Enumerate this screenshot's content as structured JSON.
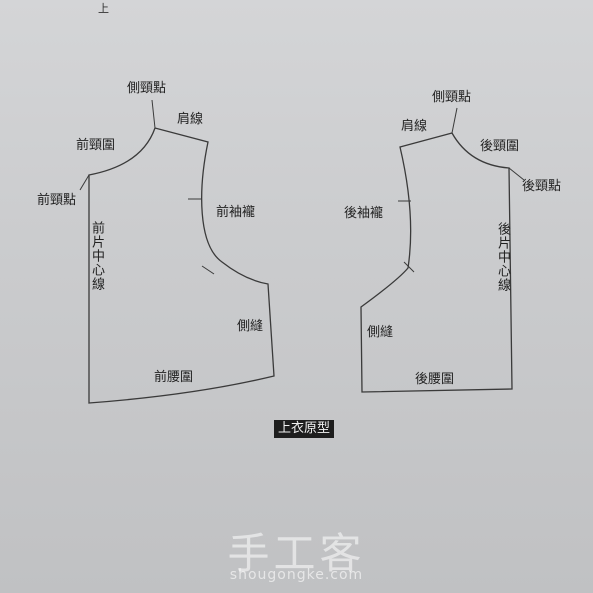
{
  "corner_mark": "上",
  "caption": "上衣原型",
  "front": {
    "side_neck_point": "側頸點",
    "shoulder_line": "肩線",
    "neckline": "前頸圍",
    "neck_point": "前頸點",
    "center_line": "前片中心線",
    "armhole": "前袖襱",
    "side_seam": "側縫",
    "waistline": "前腰圍"
  },
  "back": {
    "side_neck_point": "側頸點",
    "shoulder_line": "肩線",
    "neckline": "後頸圍",
    "neck_point": "後頸點",
    "center_line": "後片中心線",
    "armhole": "後袖襱",
    "side_seam": "側縫",
    "waistline": "後腰圍"
  },
  "watermark": {
    "brand": "手工客",
    "url": "shougongke.com"
  },
  "colors": {
    "line": "#3a3a3a",
    "caption_bg": "#1e1e1e",
    "caption_text": "#f2f2f2"
  }
}
